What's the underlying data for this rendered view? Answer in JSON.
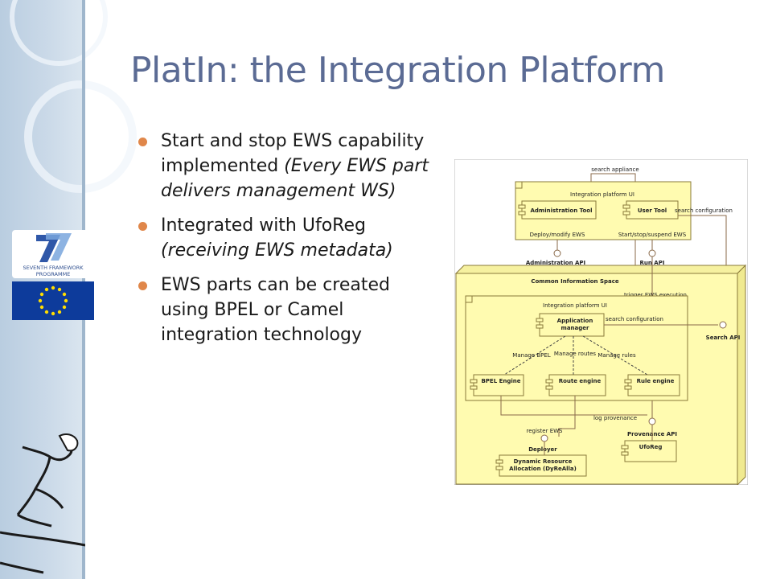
{
  "slide": {
    "title": "PlatIn: the Integration Platform",
    "bullets": [
      {
        "text": "Start and stop EWS capability implemented",
        "note": "(Every EWS part delivers management WS)"
      },
      {
        "text": "Integrated with UfoReg",
        "note": "(receiving EWS metadata)"
      },
      {
        "text": "EWS parts can be created using BPEL or Camel integration technology",
        "note": ""
      }
    ],
    "logos": {
      "fp7_text_1": "SEVENTH FRAMEWORK",
      "fp7_text_2": "PROGRAMME"
    }
  },
  "diagram": {
    "top_label": "search appliance",
    "ui_title": "Integration platform UI",
    "admin_tool": "Administration Tool",
    "user_tool": "User Tool",
    "search_conf_1": "search configuration",
    "deploy_label": "Deploy/modify EWS",
    "start_label": "Start/stop/suspend EWS",
    "admin_api": "Administration API",
    "run_api": "Run API",
    "cis_title": "Common Information Space",
    "trigger": "trigger EWS execution",
    "ui_title_2": "Integration platform UI",
    "app_manager_1": "Application",
    "app_manager_2": "manager",
    "search_conf_2": "search configuration",
    "search_api": "Search API",
    "manage_bpel": "Manage BPEL",
    "manage_routes": "Manage routes",
    "manage_rules": "Manage rules",
    "bpel_engine": "BPEL Engine",
    "route_engine": "Route engine",
    "rule_engine": "Rule engine",
    "log_provenance": "log provenance",
    "register_ews": "register EWS",
    "provenance_api": "Provenance API",
    "deployer": "Deployer",
    "ufo_reg": "UfoReg",
    "dyrealla_1": "Dynamic Resource",
    "dyrealla_2": "Allocation (DyReAlla)"
  },
  "colors": {
    "title": "#5b6b94",
    "bullet": "#e0874a",
    "box_fill": "#fffbb0",
    "box_stroke": "#8a7a3a",
    "panel": "#cad9e8"
  }
}
